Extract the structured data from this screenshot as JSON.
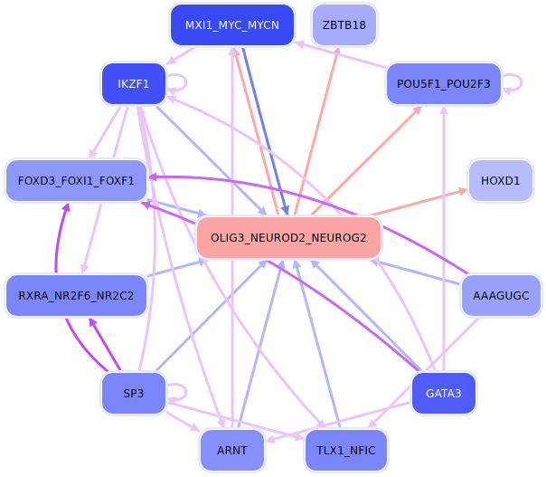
{
  "graph": {
    "title": "Regulatory network",
    "nodes": [
      {
        "id": "MXI1_MYC_MYCN",
        "label": "MXI1_MYC_MYCN",
        "fill": "#3849f6",
        "text": "#ffffff"
      },
      {
        "id": "ZBTB18",
        "label": "ZBTB18",
        "fill": "#a6acfb",
        "text": "#000000"
      },
      {
        "id": "IKZF1",
        "label": "IKZF1",
        "fill": "#4150f8",
        "text": "#ffffff"
      },
      {
        "id": "POU5F1_POU2F3",
        "label": "POU5F1_POU2F3",
        "fill": "#7b86fb",
        "text": "#000000"
      },
      {
        "id": "FOXD3_FOXI1_FOXF1",
        "label": "FOXD3_FOXI1_FOXF1",
        "fill": "#8e98fb",
        "text": "#000000"
      },
      {
        "id": "HOXD1",
        "label": "HOXD1",
        "fill": "#b6bcfc",
        "text": "#000000"
      },
      {
        "id": "OLIG3_NEUROD2_NEUROG2",
        "label": "OLIG3_NEUROD2_NEUROG2",
        "fill": "#fba4a4",
        "text": "#000000"
      },
      {
        "id": "RXRA_NR2F6_NR2C2",
        "label": "RXRA_NR2F6_NR2C2",
        "fill": "#7b86fb",
        "text": "#000000"
      },
      {
        "id": "AAAGUGC",
        "label": "AAAGUGC",
        "fill": "#98a1fb",
        "text": "#000000"
      },
      {
        "id": "SP3",
        "label": "SP3",
        "fill": "#7b86fb",
        "text": "#000000"
      },
      {
        "id": "GATA3",
        "label": "GATA3",
        "fill": "#4f5cf8",
        "text": "#ffffff"
      },
      {
        "id": "ARNT",
        "label": "ARNT",
        "fill": "#8690fb",
        "text": "#000000"
      },
      {
        "id": "TLX1_NFIC",
        "label": "TLX1_NFIC",
        "fill": "#7b86fb",
        "text": "#000000"
      }
    ],
    "edge_colors": {
      "blue": "#b0b8fb",
      "darkblue": "#7080f4",
      "pink": "#fbaaaa",
      "lilac": "#ebc4fb",
      "purple": "#cc66f4",
      "violet": "#c04cf2"
    },
    "edges": [
      {
        "from": "IKZF1",
        "to": "OLIG3_NEUROD2_NEUROG2",
        "color": "blue"
      },
      {
        "from": "MXI1_MYC_MYCN",
        "to": "OLIG3_NEUROD2_NEUROG2",
        "color": "darkblue"
      },
      {
        "from": "OLIG3_NEUROD2_NEUROG2",
        "to": "MXI1_MYC_MYCN",
        "color": "pink"
      },
      {
        "from": "OLIG3_NEUROD2_NEUROG2",
        "to": "ZBTB18",
        "color": "pink"
      },
      {
        "from": "OLIG3_NEUROD2_NEUROG2",
        "to": "POU5F1_POU2F3",
        "color": "pink"
      },
      {
        "from": "OLIG3_NEUROD2_NEUROG2",
        "to": "HOXD1",
        "color": "pink"
      },
      {
        "from": "FOXD3_FOXI1_FOXF1",
        "to": "OLIG3_NEUROD2_NEUROG2",
        "color": "blue"
      },
      {
        "from": "RXRA_NR2F6_NR2C2",
        "to": "OLIG3_NEUROD2_NEUROG2",
        "color": "blue"
      },
      {
        "from": "AAAGUGC",
        "to": "OLIG3_NEUROD2_NEUROG2",
        "color": "blue"
      },
      {
        "from": "SP3",
        "to": "OLIG3_NEUROD2_NEUROG2",
        "color": "blue"
      },
      {
        "from": "ARNT",
        "to": "OLIG3_NEUROD2_NEUROG2",
        "color": "blue"
      },
      {
        "from": "TLX1_NFIC",
        "to": "OLIG3_NEUROD2_NEUROG2",
        "color": "blue"
      },
      {
        "from": "GATA3",
        "to": "OLIG3_NEUROD2_NEUROG2",
        "color": "blue"
      },
      {
        "from": "MXI1_MYC_MYCN",
        "to": "IKZF1",
        "color": "lilac"
      },
      {
        "from": "POU5F1_POU2F3",
        "to": "MXI1_MYC_MYCN",
        "color": "lilac"
      },
      {
        "from": "IKZF1",
        "to": "FOXD3_FOXI1_FOXF1",
        "color": "lilac"
      },
      {
        "from": "GATA3",
        "to": "POU5F1_POU2F3",
        "color": "lilac"
      },
      {
        "from": "ARNT",
        "to": "MXI1_MYC_MYCN",
        "color": "lilac"
      },
      {
        "from": "GATA3",
        "to": "IKZF1",
        "color": "lilac"
      },
      {
        "from": "IKZF1",
        "to": "ARNT",
        "color": "lilac"
      },
      {
        "from": "IKZF1",
        "to": "TLX1_NFIC",
        "color": "lilac"
      },
      {
        "from": "SP3",
        "to": "IKZF1",
        "color": "lilac"
      },
      {
        "from": "IKZF1",
        "to": "RXRA_NR2F6_NR2C2",
        "color": "lilac"
      },
      {
        "from": "SP3",
        "to": "ARNT",
        "color": "lilac"
      },
      {
        "from": "SP3",
        "to": "TLX1_NFIC",
        "color": "lilac"
      },
      {
        "from": "GATA3",
        "to": "ARNT",
        "color": "lilac"
      },
      {
        "from": "AAAGUGC",
        "to": "TLX1_NFIC",
        "color": "lilac"
      },
      {
        "from": "AAAGUGC",
        "to": "FOXD3_FOXI1_FOXF1",
        "color": "purple"
      },
      {
        "from": "GATA3",
        "to": "FOXD3_FOXI1_FOXF1",
        "color": "purple"
      },
      {
        "from": "SP3",
        "to": "FOXD3_FOXI1_FOXF1",
        "color": "violet"
      },
      {
        "from": "SP3",
        "to": "RXRA_NR2F6_NR2C2",
        "color": "violet"
      }
    ],
    "self_loops": [
      {
        "node": "IKZF1",
        "color": "lilac"
      },
      {
        "node": "POU5F1_POU2F3",
        "color": "lilac"
      },
      {
        "node": "SP3",
        "color": "lilac"
      }
    ]
  }
}
